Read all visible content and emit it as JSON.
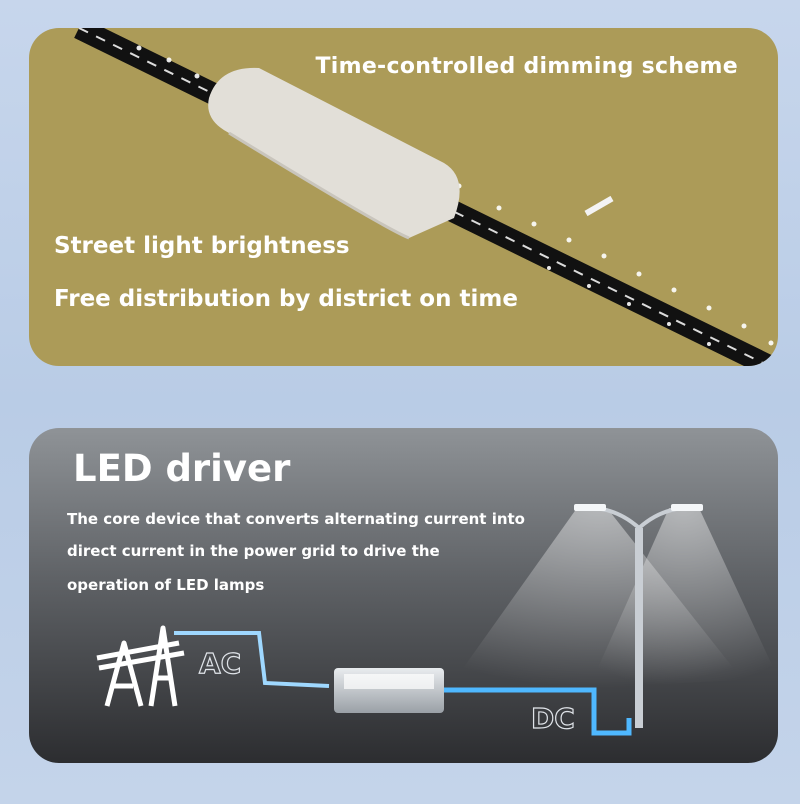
{
  "top_panel": {
    "heading": "Time-controlled dimming scheme",
    "line_1": "Street light brightness",
    "line_2": "Free distribution by district on time"
  },
  "bottom_panel": {
    "heading": "LED driver",
    "description_lines": [
      "The core device that converts alternating current into",
      "direct current in the power grid to drive the",
      "operation of LED lamps"
    ],
    "ac_label": "AC",
    "dc_label": "DC"
  },
  "colors": {
    "page_background": "#bccfe8",
    "top_panel": "#ac9b58",
    "bottom_panel_top": "#8f9397",
    "bottom_panel_bottom": "#2c2d30",
    "ac_wire": "#9fd8ff",
    "dc_wire": "#4fb8ff",
    "text": "#ffffff"
  },
  "icons": [
    "road-icon",
    "tunnel-icon",
    "power-tower-icon",
    "led-driver-icon",
    "street-lamp-icon"
  ]
}
